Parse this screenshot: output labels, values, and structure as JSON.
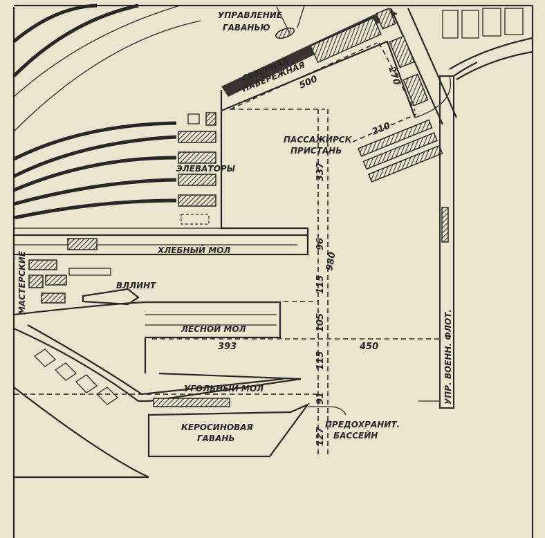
{
  "labels": {
    "harbor_admin_1": "УПРАВЛЕНИЕ",
    "harbor_admin_2": "ГАВАНЬЮ",
    "north_quay_1": "СЕВЕРНАЯ",
    "north_quay_2": "НАБЕРЕЖНАЯ",
    "passenger_1": "ПАССАЖИРСК",
    "passenger_2": "ПРИСТАНЬ",
    "elevators": "ЭЛЕВАТОРЫ",
    "grain_pier": "ХЛЕБНЫЙ МОЛ",
    "workshops": "МАСТЕРСКИЕ",
    "dock": "ВЛЛИНТ",
    "timber_pier": "ЛЕСНОЙ МОЛ",
    "coal_pier": "УГОЛЬНЫЙ МОЛ",
    "kerosene_1": "КЕРОСИНОВАЯ",
    "kerosene_2": "ГАВАНЬ",
    "safety_1": "ПРЕДОХРАНИТ.",
    "safety_2": "БАССЕЙН",
    "navy": "УПР. ВОЕНН. ФЛОТ."
  },
  "dimensions": {
    "north_quay": "500",
    "east_quay": "270",
    "passenger": "210",
    "d337": "337",
    "d96": "96",
    "d980": "980",
    "d115a": "115",
    "d105": "105",
    "d393": "393",
    "d450": "450",
    "d115b": "115",
    "d91": "91",
    "d127": "127"
  }
}
